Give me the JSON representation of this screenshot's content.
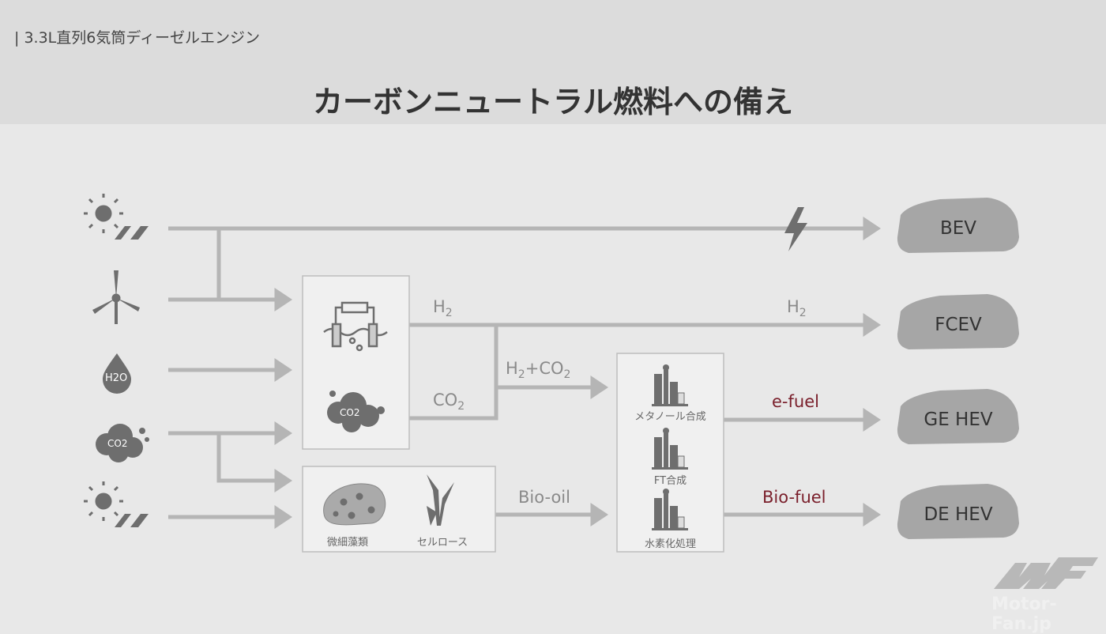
{
  "header": {
    "subtitle": "| 3.3L直列6気筒ディーゼルエンジン",
    "title": "カーボンニュートラル燃料への備え"
  },
  "sources": [
    "solar-icon",
    "wind-icon",
    "water-icon",
    "co2-icon",
    "solar-icon"
  ],
  "sources_text": {
    "h2o": "H2O",
    "co2": "CO2"
  },
  "processes": {
    "electrolysis_co2_label": "CO2",
    "algae": "微細藻類",
    "cellulose": "セルロース",
    "methanol": "メタノール合成",
    "ft": "FT合成",
    "hydro": "水素化処理"
  },
  "flows": {
    "h2_a": "H",
    "h2_b": "H",
    "h2_sub": "2",
    "h2co2": "H",
    "plus_co2": "+CO",
    "co2": "CO",
    "bio_oil": "Bio-oil",
    "e_fuel": "e-fuel",
    "bio_fuel": "Bio-fuel"
  },
  "vehicles": [
    "BEV",
    "FCEV",
    "GE HEV",
    "DE HEV"
  ],
  "watermark": "Motor-Fan.jp",
  "colors": {
    "line": "#b5b5b5",
    "accent": "#7a1f2b",
    "icon": "#6e6e6e"
  }
}
